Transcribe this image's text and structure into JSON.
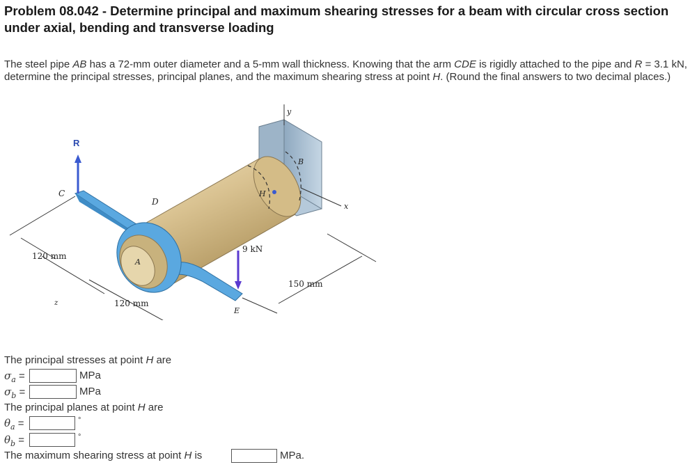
{
  "problem": {
    "title": "Problem 08.042 - Determine principal and maximum shearing stresses for a beam with circular cross section under axial, bending and transverse loading",
    "text_1": "The steel pipe ",
    "text_ab": "AB",
    "text_2": " has a 72-mm outer diameter and a 5-mm wall thickness. Knowing that the arm ",
    "text_cde": "CDE",
    "text_3": " is rigidly attached to the pipe and ",
    "text_r": "R",
    "text_4": " = 3.1 kN, determine the principal stresses, principal planes, and the maximum shearing stress at point ",
    "text_h": "H",
    "text_5": ". (Round the final answers to two decimal places.)"
  },
  "figure": {
    "label_R": "R",
    "label_C": "C",
    "label_D": "D",
    "label_A": "A",
    "label_B": "B",
    "label_H": "H",
    "label_E": "E",
    "label_x": "x",
    "label_y": "y",
    "label_z": "z",
    "load_label": "9 kN",
    "dim_120_left": "120 mm",
    "dim_120_bottom": "120 mm",
    "dim_150": "150 mm",
    "colors": {
      "pipe": "#d9c291",
      "arm": "#5aa8e0",
      "wall": "#a9c0d4",
      "arrow": "#3a5ad0"
    }
  },
  "answers": {
    "stresses_intro_1": "The principal stresses at point ",
    "stresses_intro_h": "H",
    "stresses_intro_2": " are",
    "sigma_a_sym": "σ",
    "sigma_a_sub": "a",
    "sigma_b_sym": "σ",
    "sigma_b_sub": "b",
    "eq": " =",
    "sigma_a_value": "",
    "sigma_b_value": "",
    "unit_mpa": "MPa",
    "planes_intro_1": "The principal planes at point ",
    "planes_intro_h": "H",
    "planes_intro_2": " are",
    "theta_a_sym": "θ",
    "theta_a_sub": "a",
    "theta_b_sym": "θ",
    "theta_b_sub": "b",
    "theta_a_value": "",
    "theta_b_value": "",
    "unit_deg": "°",
    "max_shear_1": "The maximum shearing stress at point ",
    "max_shear_h": "H",
    "max_shear_2": " is",
    "max_shear_value": "",
    "unit_mpa_end": "MPa."
  }
}
